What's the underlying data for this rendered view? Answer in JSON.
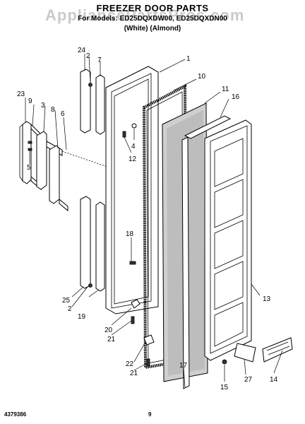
{
  "header": {
    "title": "FREEZER DOOR PARTS",
    "models": "For Models: ED25DQXDW00, ED25DQXDN00",
    "colors": "(White)   (Almond)"
  },
  "watermark": "AppliancePartsPros.com",
  "callouts": {
    "c1": "1",
    "c2a": "2",
    "c2b": "2",
    "c3": "3",
    "c4": "4",
    "c5": "5",
    "c6": "6",
    "c7": "7",
    "c8": "8",
    "c9": "9",
    "c10": "10",
    "c11": "11",
    "c12": "12",
    "c13": "13",
    "c14": "14",
    "c15": "15",
    "c16": "16",
    "c17": "17",
    "c18": "18",
    "c19": "19",
    "c20": "20",
    "c21a": "21",
    "c21b": "21",
    "c22": "22",
    "c23": "23",
    "c24": "24",
    "c25": "25",
    "c27": "27"
  },
  "footer": {
    "doc_number": "4379386",
    "page_number": "9"
  }
}
